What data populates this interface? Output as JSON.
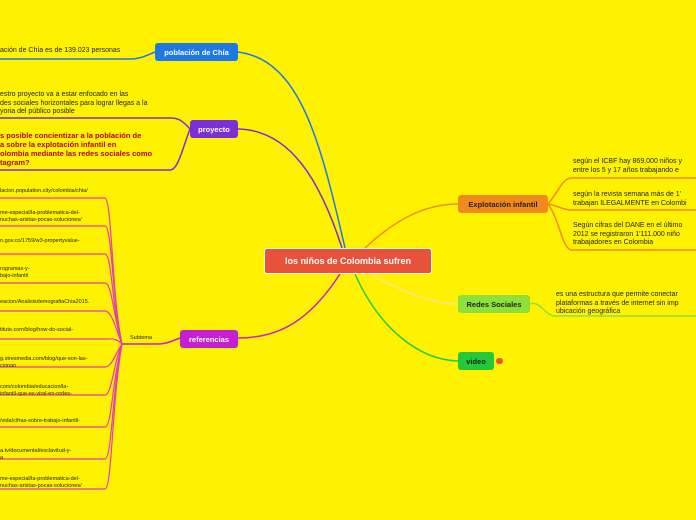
{
  "central": "los niños de Colombia sufren",
  "branches": {
    "poblacion": "población de Chía",
    "proyecto": "proyecto",
    "referencias": "referencias",
    "explotacion": "Explotación infantil",
    "redes": "Redes Sociales",
    "video": "video",
    "subtema": "Subtema"
  },
  "poblacion_text": "ación de Chía es de 139.023 personas",
  "proyecto_text": [
    "estro proyecto va a estar enfocado en las",
    "des sociales horizontales para lograr llegas a la",
    "yoria del público posible"
  ],
  "question_text": [
    "s posible concientizar a la población de",
    "a sobre la explotación infantil en",
    "olombia mediante las redes sociales como",
    "tagram?"
  ],
  "references": [
    [
      "lacion.population.city/colombia/chia/"
    ],
    [
      "me-especial/la-problematica-del-",
      "nuchas-aristas-pocas-soluciones/"
    ],
    [
      "n.gov.co/1759/w3-propertyvalue-"
    ],
    [
      "rogramas-y-",
      "bajo-infantil"
    ],
    [
      "eacion/AnalisisdemografiaChia2015."
    ],
    [
      "titute.com/blog/how-do-social-"
    ],
    [
      "g.xtresmedia.com/blog/que-son-las-",
      "cionan"
    ],
    [
      "com/colombia/educacion/la-",
      "infantil-que-es-viral-en-redes-"
    ],
    [
      "/vida/cifras-sobre-trabajo-infantil-"
    ],
    [
      "a.tv/documental/esclavitud-y-",
      "a"
    ],
    [
      "me-especial/la-problematica-del-",
      "nuchas-aristas-pocas-soluciones/"
    ]
  ],
  "explotacion_items": [
    [
      "según el ICBF hay 869.000 niños y",
      "entre los 5 y 17 años trabajando e"
    ],
    [
      "según la revista semana más de 1'",
      "trabajan ILEGALMENTE en Colombi"
    ],
    [
      "Según cifras del DANE en el último",
      "2012 se registraron 1'111.000 niño",
      "trabajadores en Colombia"
    ]
  ],
  "redes_text": [
    "es una estructura que permite conectar",
    "plataformas a través de internet sin imp",
    "ubicación geográfica"
  ],
  "colors": {
    "background": "#fff200",
    "central": "#e8523b",
    "poblacion": "#1e78e6",
    "proyecto": "#7b2fd6",
    "referencias": "#c41fd0",
    "explotacion": "#f08a1c",
    "redes": "#8ee03a",
    "video": "#24c93a",
    "refline": "#e63cb0",
    "question": "#b3002d"
  }
}
